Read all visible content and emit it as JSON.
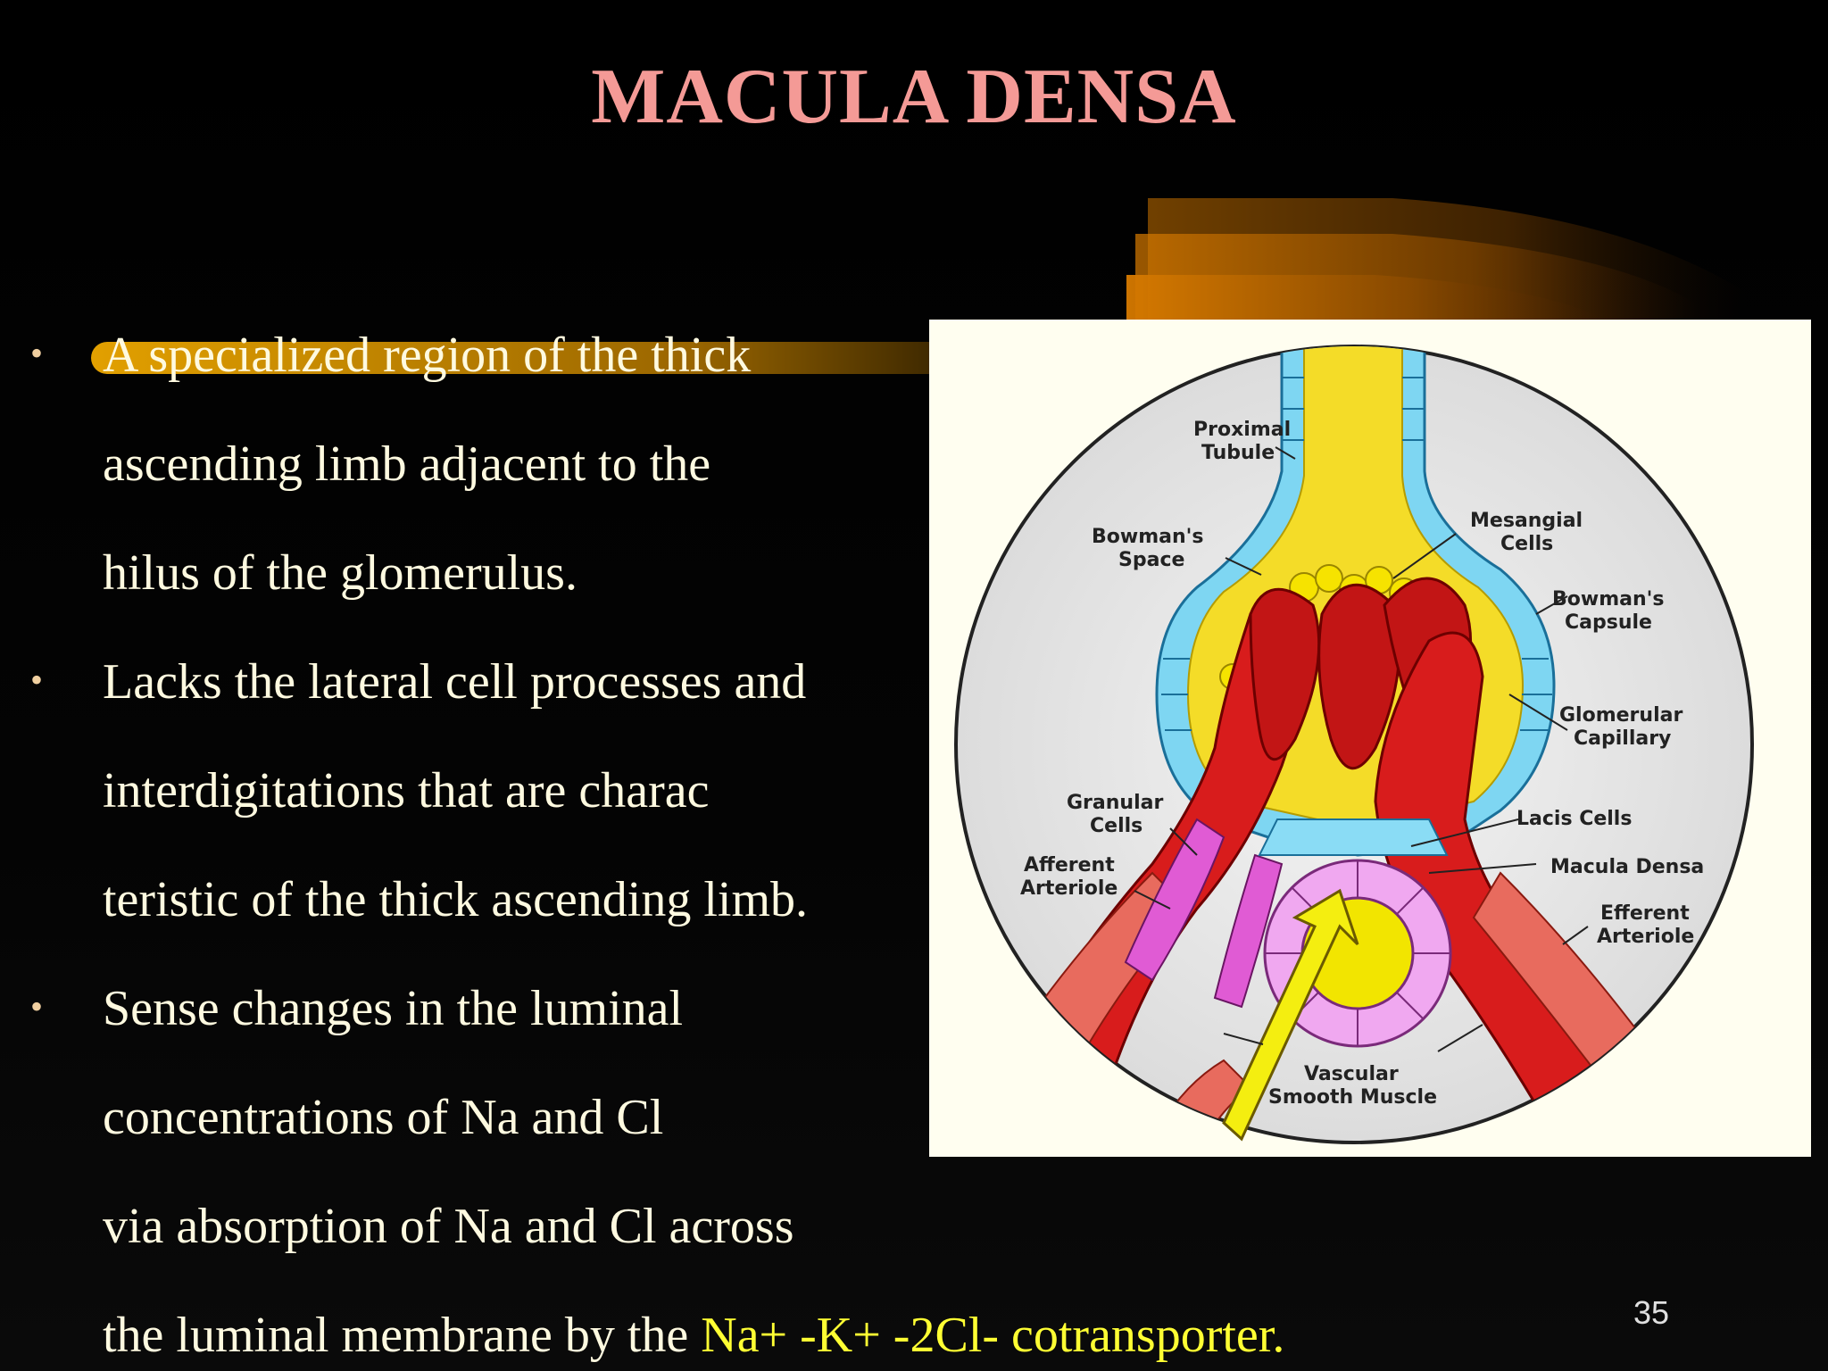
{
  "slide": {
    "title": "MACULA DENSA",
    "page_number": "35",
    "bullets": [
      {
        "lines": [
          "A specialized region of the thick",
          "ascending limb adjacent to the",
          "hilus of the glomerulus."
        ]
      },
      {
        "lines": [
          "Lacks the lateral cell processes and",
          "interdigitations that are charac",
          "teristic of the thick ascending limb."
        ]
      },
      {
        "lines": [
          "Sense changes in the luminal",
          "concentrations of Na and Cl",
          "via absorption of Na and Cl across"
        ],
        "last_line_prefix": "the luminal membrane by the ",
        "last_line_highlight": "Na+ -K+ -2Cl- cotransporter."
      }
    ]
  },
  "diagram": {
    "labels": {
      "proximal_tubule": [
        "Proximal",
        "Tubule"
      ],
      "bowmans_space": [
        "Bowman's",
        "Space"
      ],
      "mesangial_cells": [
        "Mesangial",
        "Cells"
      ],
      "bowmans_capsule": [
        "Bowman's",
        "Capsule"
      ],
      "glomerular_capillary": [
        "Glomerular",
        "Capillary"
      ],
      "granular_cells": [
        "Granular",
        "Cells"
      ],
      "lacis_cells": [
        "Lacis Cells"
      ],
      "afferent_arteriole": [
        "Afferent",
        "Arteriole"
      ],
      "macula_densa": [
        "Macula Densa"
      ],
      "efferent_arteriole": [
        "Efferent",
        "Arteriole"
      ],
      "vascular_smooth_muscle": [
        "Vascular",
        "Smooth Muscle"
      ]
    }
  },
  "colors": {
    "background": "#000000",
    "title": "#f49a96",
    "body_text": "#fffae0",
    "highlight_text": "#ffff33",
    "bullet": "#f0cfa0",
    "accent_orange": "#c86a10"
  }
}
